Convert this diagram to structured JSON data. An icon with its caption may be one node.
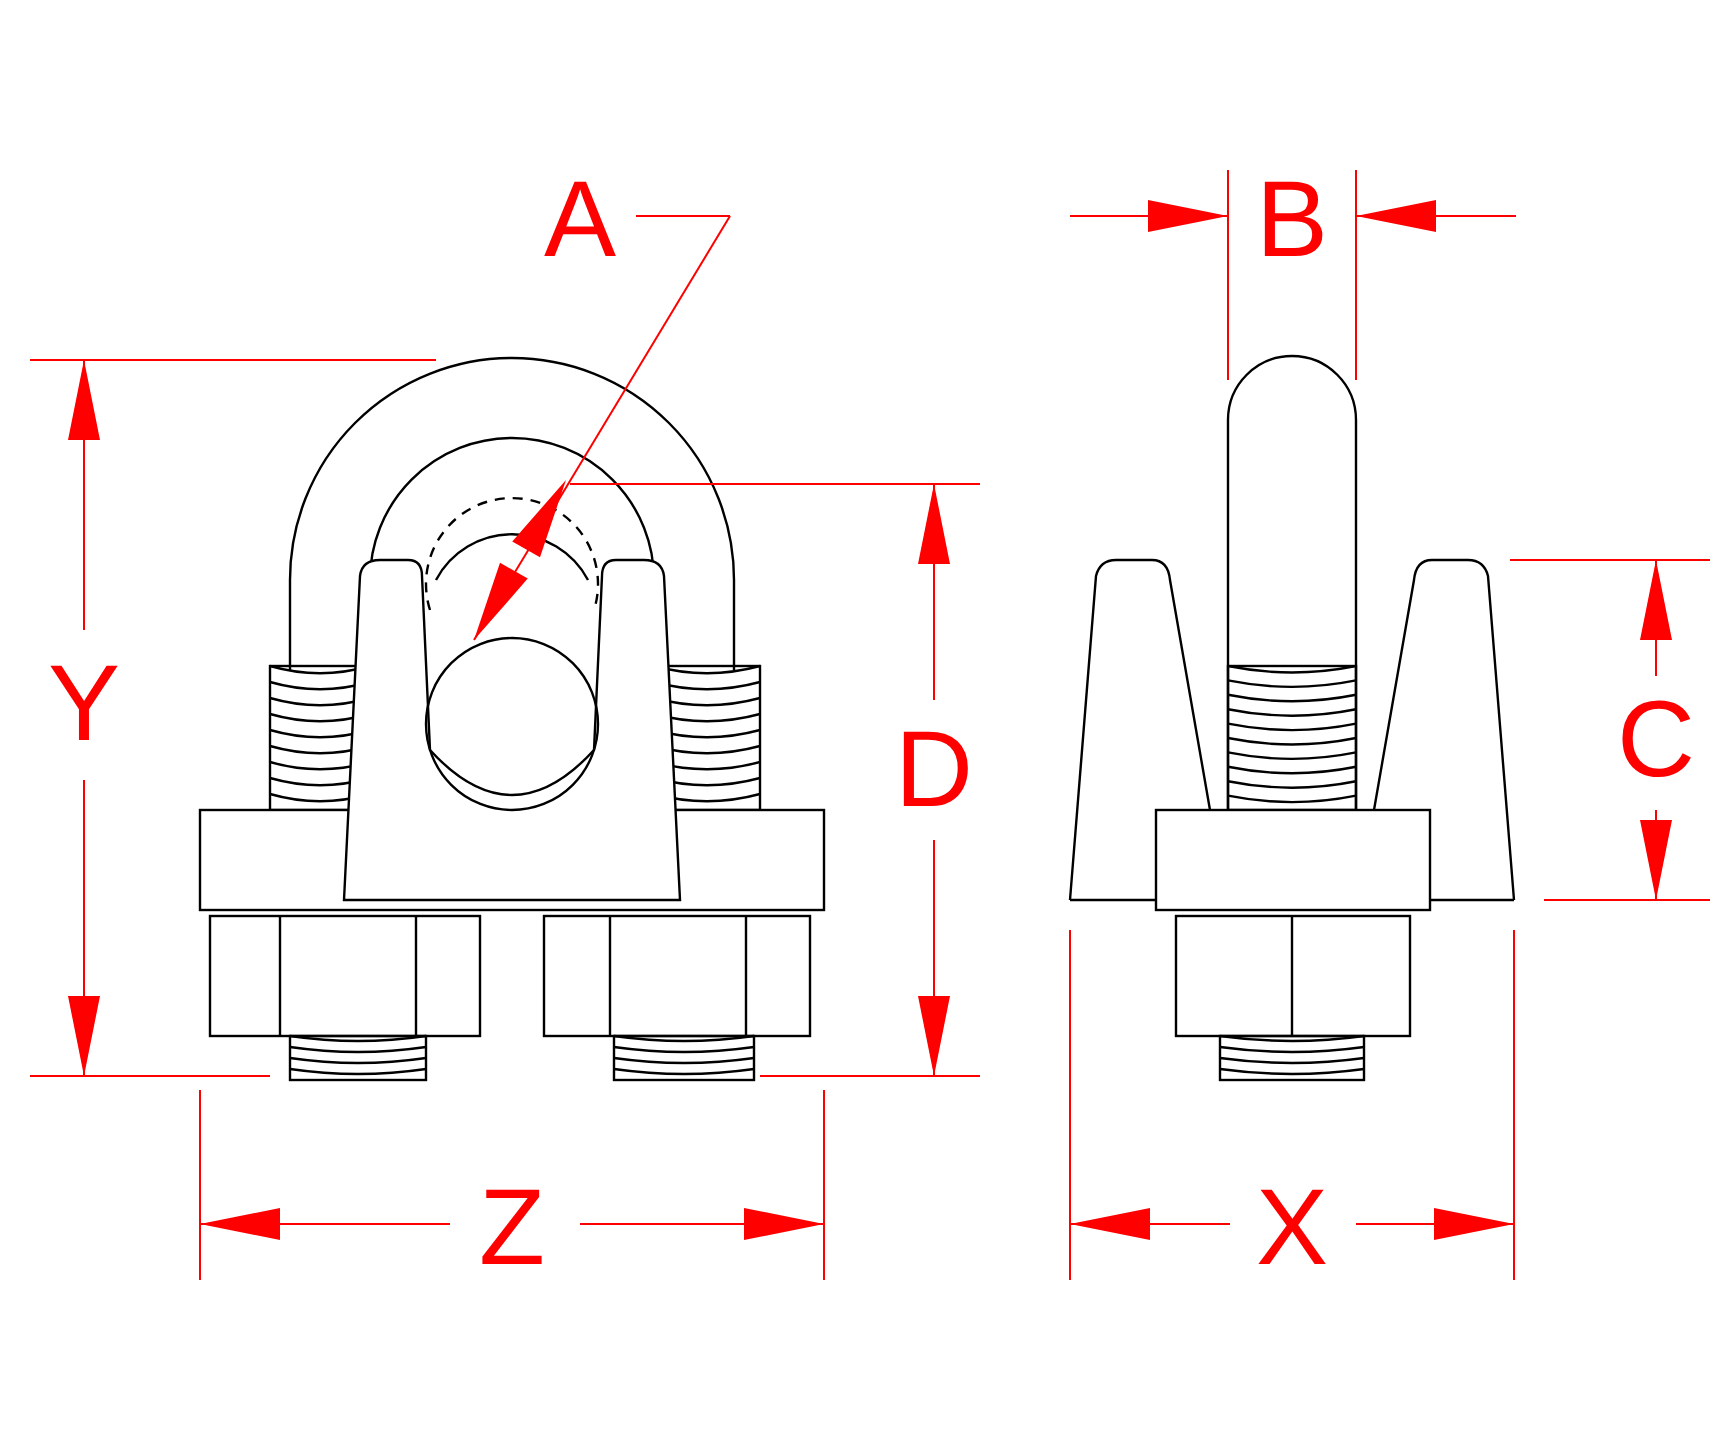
{
  "diagram": {
    "labels": [
      "A",
      "B",
      "Y",
      "C",
      "D",
      "Z",
      "X"
    ]
  }
}
